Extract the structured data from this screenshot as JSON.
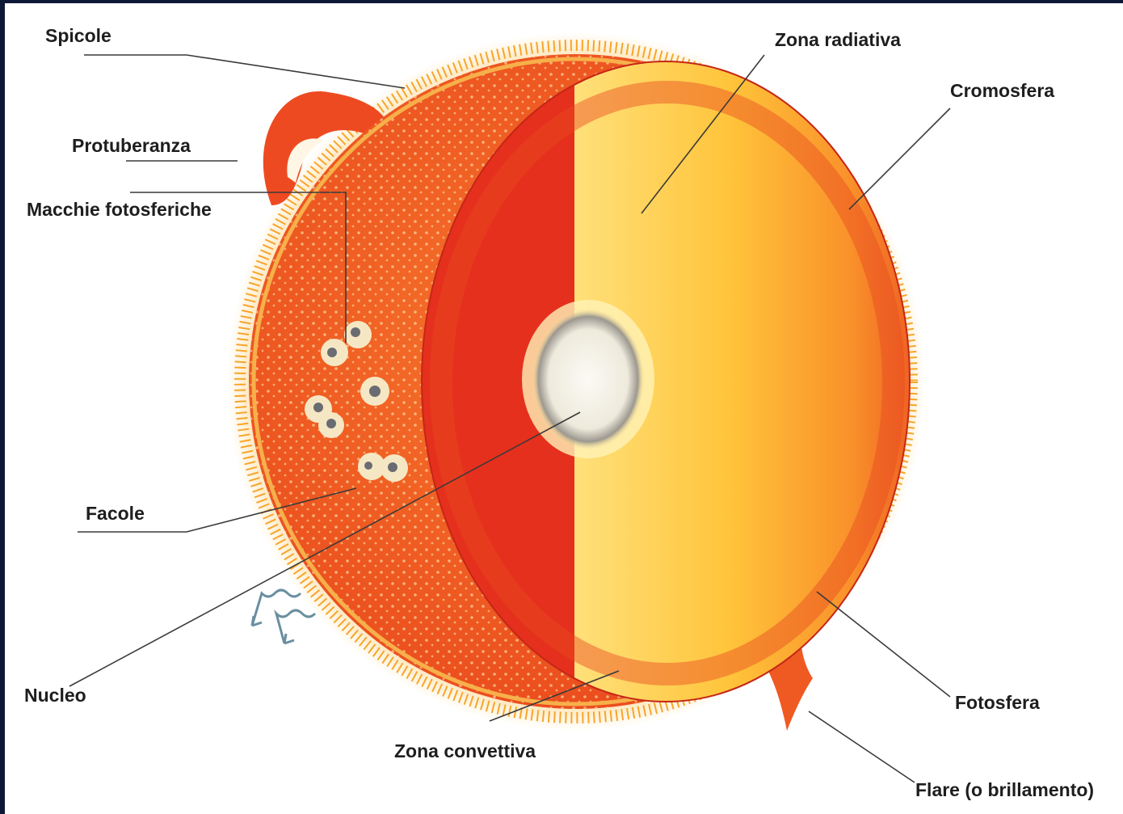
{
  "labels": {
    "spicole": "Spicole",
    "protuberanza": "Protuberanza",
    "macchie": "Macchie fotosferiche",
    "facole": "Facole",
    "nucleo": "Nucleo",
    "zona_convettiva": "Zona convettiva",
    "zona_radiativa": "Zona radiativa",
    "cromosfera": "Cromosfera",
    "fotosfera": "Fotosfera",
    "flare": "Flare (o brillamento)"
  },
  "colors": {
    "frame": "#0d1836",
    "background": "#ffffff",
    "convective": "#e8321e",
    "radiative": "#ffd23a",
    "photosphere": "#ef5a22",
    "chromosphere": "#f6a020",
    "core": "#f4f1e6",
    "leader_line": "#3a3a3a",
    "wave_arrow": "#6a8fa0"
  }
}
